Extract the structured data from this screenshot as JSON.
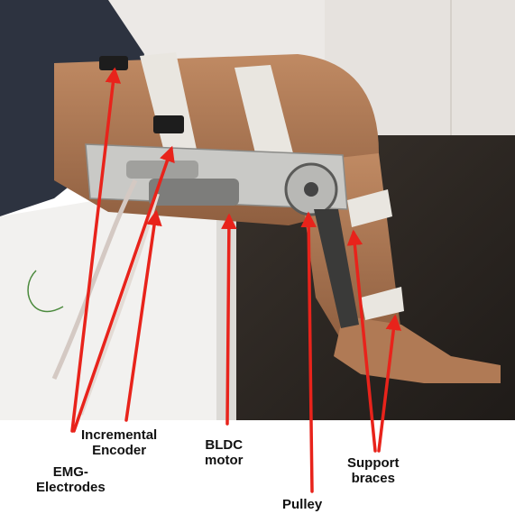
{
  "labels": {
    "emg": {
      "line1": "EMG-",
      "line2": "Electrodes"
    },
    "encoder": {
      "line1": "Incremental",
      "line2": "Encoder"
    },
    "bldc": {
      "line1": "BLDC",
      "line2": "motor"
    },
    "pulley": {
      "line1": "Pulley"
    },
    "braces": {
      "line1": "Support",
      "line2": "braces"
    }
  },
  "colors": {
    "arrow": "#e8231b",
    "wall": "#ece9e6",
    "floor": "#2a2521",
    "bed": "#f2f1ef",
    "skin": "#b07a55",
    "garment": "#2d3340",
    "strap": "#e9e6e0",
    "metal": "#c9c9c6"
  }
}
